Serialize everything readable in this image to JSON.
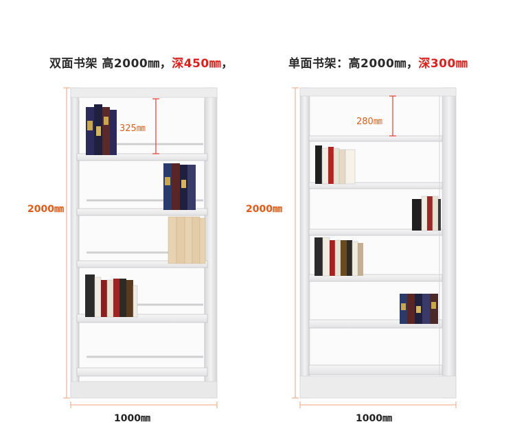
{
  "left": {
    "title_prefix": "双面书架  高2000㎜，",
    "title_depth": "深450㎜",
    "title_suffix": "，",
    "height_label": "2000㎜",
    "width_label": "1000㎜",
    "inner_label": "325㎜"
  },
  "right": {
    "title_prefix": "单面书架：高2000㎜，",
    "title_depth": "深300㎜",
    "height_label": "2000㎜",
    "width_label": "1000㎜",
    "inner_label": "280㎜"
  },
  "colors": {
    "frame": "#e9e9ea",
    "shelf": "#f1f1f2",
    "edge": "#c9c9cc",
    "dimension_line": "#f2a37a",
    "accent": "#e0201b"
  }
}
